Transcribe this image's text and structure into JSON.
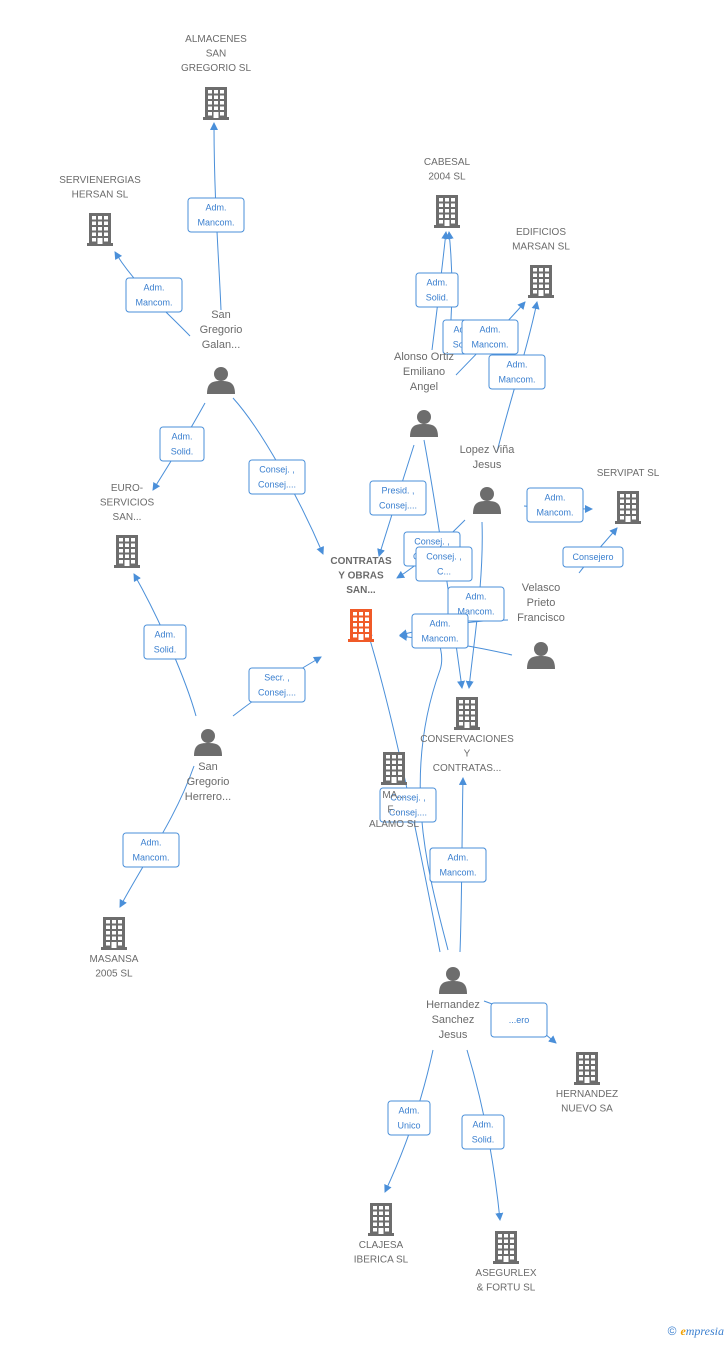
{
  "colors": {
    "edge": "#4a8fd9",
    "node_gray": "#6d6d6d",
    "focus": "#f05a28",
    "label": "#6b6b6b"
  },
  "nodes": [
    {
      "id": "almacenes",
      "type": "company",
      "label": [
        "ALMACENES",
        "SAN",
        "GREGORIO SL"
      ]
    },
    {
      "id": "servienergias",
      "type": "company",
      "label": [
        "SERVIENERGIAS",
        "HERSAN SL"
      ]
    },
    {
      "id": "cabesal",
      "type": "company",
      "label": [
        "CABESAL",
        "2004 SL"
      ]
    },
    {
      "id": "edificios",
      "type": "company",
      "label": [
        "EDIFICIOS",
        "MARSAN SL"
      ]
    },
    {
      "id": "servipat",
      "type": "company",
      "label": [
        "SERVIPAT SL"
      ]
    },
    {
      "id": "euro",
      "type": "company",
      "label": [
        "EURO-",
        "SERVICIOS",
        "SAN..."
      ]
    },
    {
      "id": "contratas",
      "type": "focus",
      "label": [
        "CONTRATAS",
        "Y OBRAS",
        "SAN..."
      ]
    },
    {
      "id": "conservaciones",
      "type": "company",
      "label": [
        "CONSERVACIONES",
        "Y",
        "CONTRATAS..."
      ]
    },
    {
      "id": "alamo",
      "type": "company",
      "label": [
        "MA...",
        "F...",
        "ALAMO SL"
      ]
    },
    {
      "id": "masansa",
      "type": "company",
      "label": [
        "MASANSA",
        "2005 SL"
      ]
    },
    {
      "id": "hernandez_nuevo",
      "type": "company",
      "label": [
        "HERNANDEZ",
        "NUEVO SA"
      ]
    },
    {
      "id": "clajesa",
      "type": "company",
      "label": [
        "CLAJESA",
        "IBERICA SL"
      ]
    },
    {
      "id": "asegurlex",
      "type": "company",
      "label": [
        "ASEGURLEX",
        "& FORTU SL"
      ]
    },
    {
      "id": "sg_galan",
      "type": "person",
      "label": [
        "San",
        "Gregorio",
        "Galan..."
      ]
    },
    {
      "id": "alonso",
      "type": "person",
      "label": [
        "Alonso Ortiz",
        "Emiliano",
        "Angel"
      ]
    },
    {
      "id": "lopez",
      "type": "person",
      "label": [
        "Lopez Viña",
        "Jesus"
      ]
    },
    {
      "id": "velasco",
      "type": "person",
      "label": [
        "Velasco",
        "Prieto",
        "Francisco"
      ]
    },
    {
      "id": "sg_herrero",
      "type": "person",
      "label": [
        "San",
        "Gregorio",
        "Herrero..."
      ]
    },
    {
      "id": "hernandez",
      "type": "person",
      "label": [
        "Hernandez",
        "Sanchez",
        "Jesus"
      ]
    }
  ],
  "edges": [
    {
      "id": "e1",
      "label": [
        "Adm.",
        "Mancom."
      ]
    },
    {
      "id": "e2",
      "label": [
        "Adm.",
        "Mancom."
      ]
    },
    {
      "id": "e3",
      "label": [
        "Adm.",
        "Solid."
      ]
    },
    {
      "id": "e4",
      "label": [
        "Consej. ,",
        "Consej...."
      ]
    },
    {
      "id": "e5",
      "label": [
        "Adm.",
        "Solid."
      ]
    },
    {
      "id": "e6",
      "label": [
        "Adm.",
        "Solid."
      ]
    },
    {
      "id": "e7",
      "label": [
        "Adm.",
        "Mancom."
      ]
    },
    {
      "id": "e8",
      "label": [
        "Adm.",
        "Mancom."
      ]
    },
    {
      "id": "e9",
      "label": [
        "Presid. ,",
        "Consej...."
      ]
    },
    {
      "id": "e10",
      "label": [
        "Consej. ,",
        "Consej...."
      ]
    },
    {
      "id": "e11",
      "label": [
        "Consej. ,",
        "C..."
      ]
    },
    {
      "id": "e12",
      "label": [
        "Adm.",
        "Mancom."
      ]
    },
    {
      "id": "e13",
      "label": [
        "Adm.",
        "Mancom."
      ]
    },
    {
      "id": "e14",
      "label": [
        "Consejero"
      ]
    },
    {
      "id": "e15",
      "label": [
        "Adm.",
        "Mancom."
      ]
    },
    {
      "id": "e16",
      "label": [
        "Secr. ,",
        "Consej...."
      ]
    },
    {
      "id": "e17",
      "label": [
        "Adm.",
        "Solid."
      ]
    },
    {
      "id": "e18",
      "label": [
        "Adm.",
        "Mancom."
      ]
    },
    {
      "id": "e19",
      "label": [
        "Consej. ,",
        "Consej...."
      ]
    },
    {
      "id": "e20",
      "label": [
        "Adm.",
        "Mancom."
      ]
    },
    {
      "id": "e21",
      "label": [
        "Adm.",
        "Mancom."
      ]
    },
    {
      "id": "e22",
      "label": [
        "Adm.",
        "Unico"
      ]
    },
    {
      "id": "e23",
      "label": [
        "Adm.",
        "Solid."
      ]
    },
    {
      "id": "e24",
      "label": [
        "...ero"
      ]
    }
  ],
  "brand": {
    "copyright": "©",
    "name_e": "e",
    "name_rest": "mpresia"
  }
}
